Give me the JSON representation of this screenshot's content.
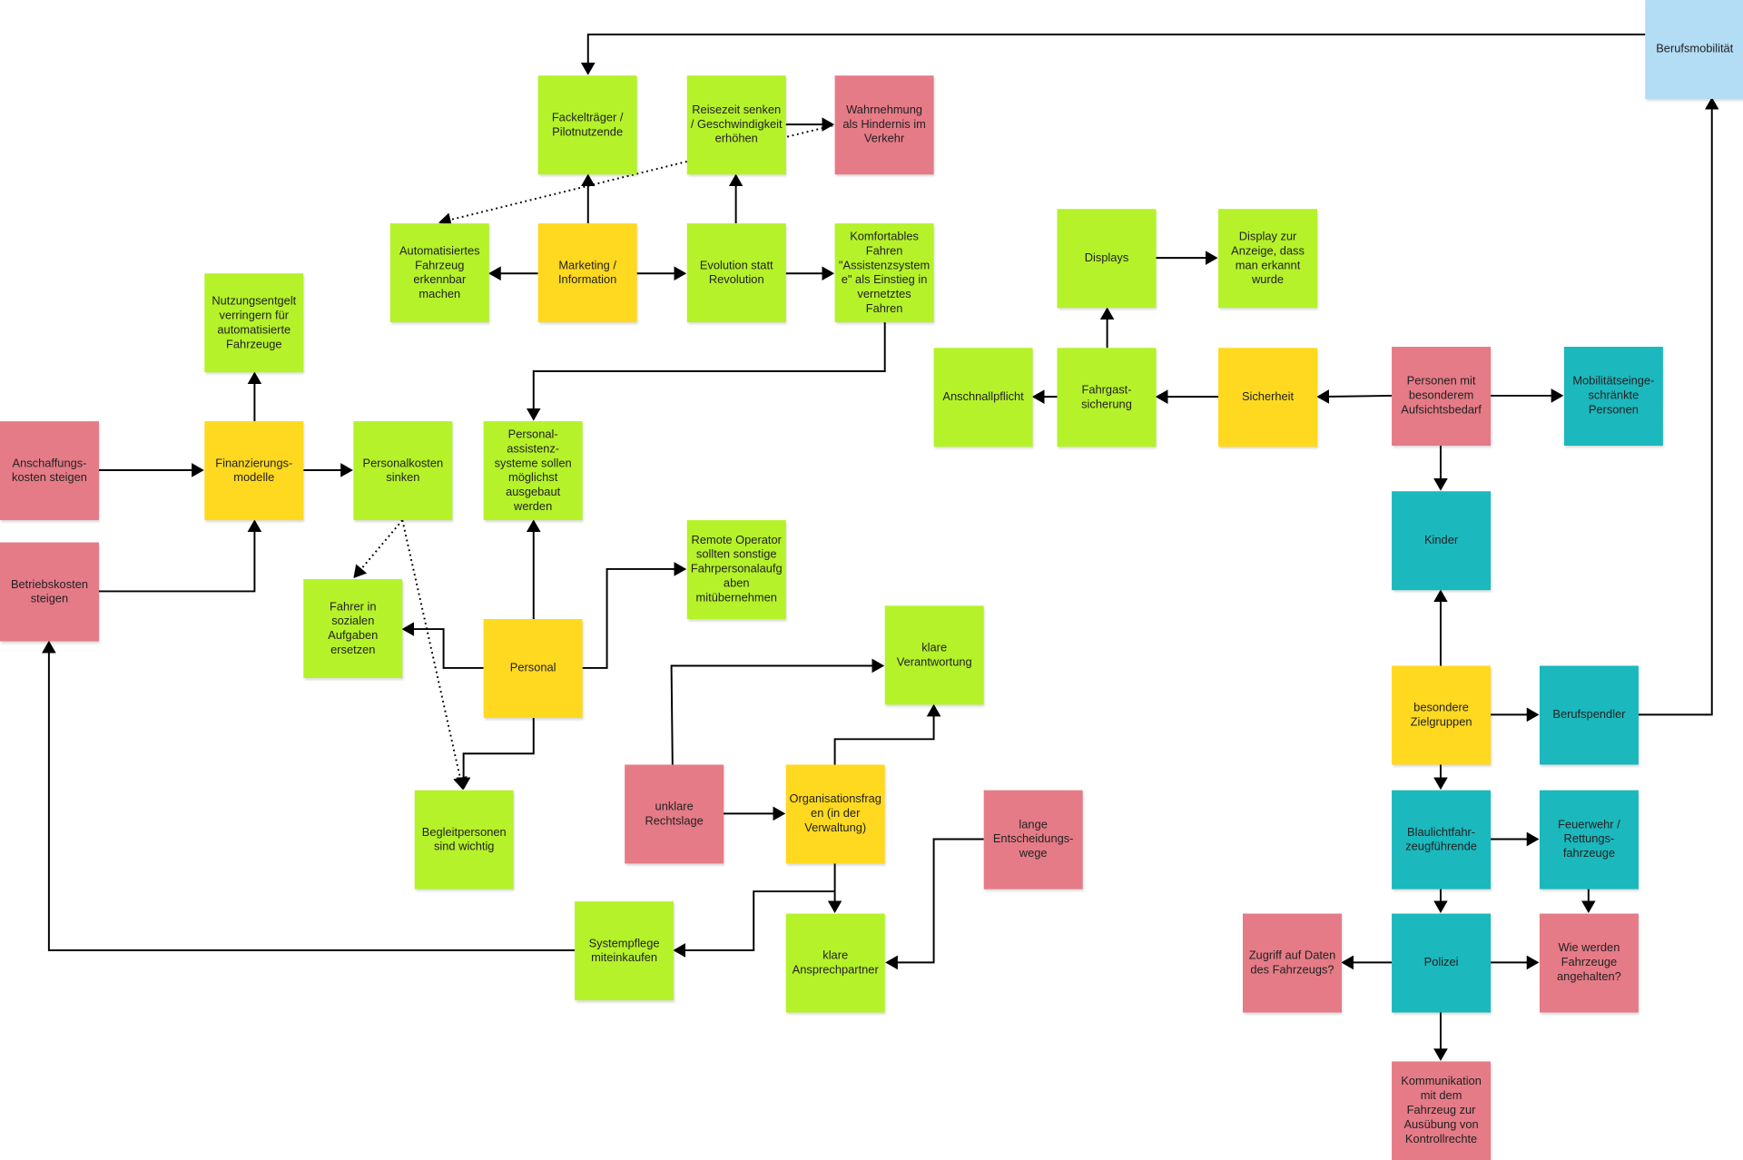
{
  "notes": {
    "berufsmobilitaet": "Berufsmobilität",
    "fackeltraeger": "Fackelträger / Pilotnutzende",
    "reisezeit": "Reisezeit senken / Geschwindigkeit erhöhen",
    "wahrnehmung": "Wahrnehmung als Hindernis im Verkehr",
    "automatisiertes": "Automatisiertes Fahrzeug erkennbar machen",
    "marketing": "Marketing / Information",
    "evolution": "Evolution statt Revolution",
    "komfortables": "Komfortables Fahren \"Assistenzsysteme\" als Einstieg in vernetztes Fahren",
    "nutzungsentgelt": "Nutzungsentgelt verringern für automatisierte Fahrzeuge",
    "anschaffungskosten": "Anschaffungs-kosten steigen",
    "finanzierungsmodelle": "Finanzierungs-modelle",
    "personalkosten": "Personalkosten sinken",
    "personalassistenz": "Personal-assistenz-systeme sollen möglichst ausgebaut werden",
    "betriebskosten": "Betriebskosten steigen",
    "remote_operator": "Remote Operator sollten sonstige Fahrpersonalaufgaben mitübernehmen",
    "fahrer_sozial": "Fahrer in sozialen Aufgaben ersetzen",
    "personal": "Personal",
    "klare_verantwortung": "klare Verantwortung",
    "unklare_rechtslage": "unklare Rechtslage",
    "organisationsfragen": "Organisationsfragen (in der Verwaltung)",
    "begleitpersonen": "Begleitpersonen sind wichtig",
    "lange_entscheidungswege": "lange Entscheidungs-wege",
    "systempflege": "Systempflege miteinkaufen",
    "klare_ansprechpartner": "klare Ansprechpartner",
    "displays": "Displays",
    "display_anzeige": "Display zur Anzeige, dass man erkannt wurde",
    "anschnallpflicht": "Anschnallpflicht",
    "fahrgastsicherung": "Fahrgast-sicherung",
    "sicherheit": "Sicherheit",
    "personen_aufsicht": "Personen mit besonderem Aufsichtsbedarf",
    "mobilitaetseingeschraenkte": "Mobilitätseinge-schränkte Personen",
    "kinder": "Kinder",
    "besondere_zielgruppen": "besondere Zielgruppen",
    "berufspendler": "Berufspendler",
    "blaulicht": "Blaulichtfahr-zeugführende",
    "feuerwehr": "Feuerwehr / Rettungs-fahrzeuge",
    "zugriff_daten": "Zugriff auf Daten des Fahrzeugs?",
    "polizei": "Polizei",
    "wie_angehalten": "Wie werden Fahrzeuge angehalten?",
    "kommunikation": "Kommunikation mit dem Fahrzeug zur Ausübung von Kontrollrechte"
  },
  "colors": {
    "green": "#b5f22a",
    "yellow": "#ffd91f",
    "pink": "#e57b87",
    "teal": "#1bb8bd",
    "blue": "#b3dcf5"
  }
}
